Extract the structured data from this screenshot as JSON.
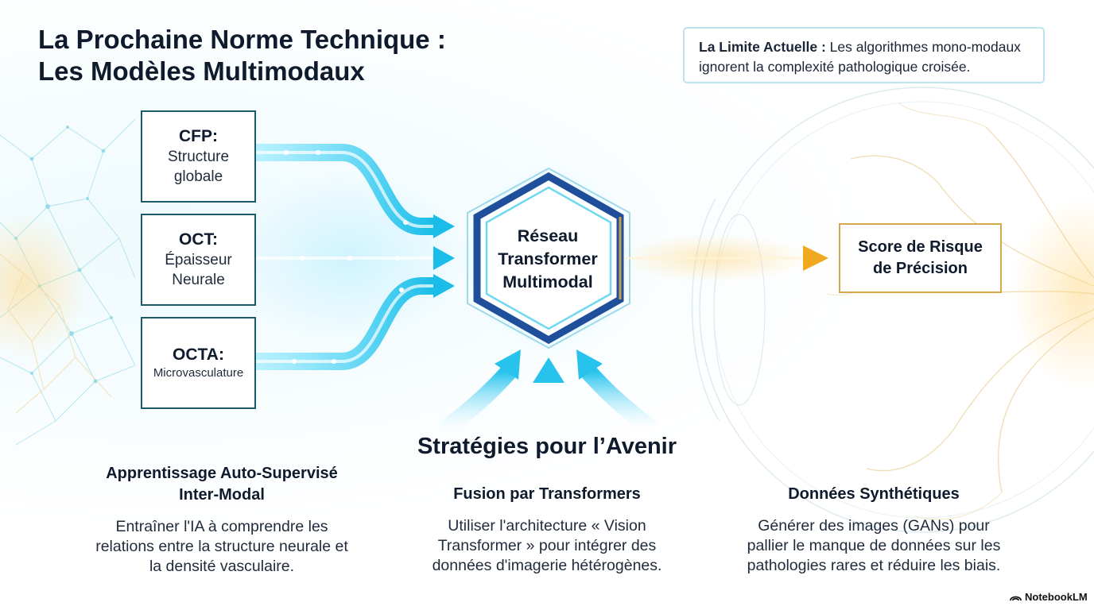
{
  "title": {
    "line1": "La Prochaine Norme Technique :",
    "line2": "Les Modèles Multimodaux"
  },
  "limit": {
    "label": "La Limite Actuelle :",
    "text": " Les algorithmes mono-modaux ignorent la complexité pathologique croisée."
  },
  "modalities": [
    {
      "name": "CFP:",
      "desc_1": "Structure",
      "desc_2": "globale"
    },
    {
      "name": "OCT:",
      "desc_1": "Épaisseur",
      "desc_2": "Neurale"
    },
    {
      "name": "OCTA:",
      "desc_1": "Microvasculature"
    }
  ],
  "hub": {
    "line1": "Réseau",
    "line2": "Transformer",
    "line3": "Multimodal"
  },
  "output": {
    "line1": "Score de Risque",
    "line2": "de Précision"
  },
  "strategies": {
    "title": "Stratégies pour l’Avenir",
    "items": [
      {
        "title_1": "Apprentissage Auto-Supervisé",
        "title_2": "Inter-Modal",
        "text_1": "Entraîner l'IA à comprendre les",
        "text_2": "relations entre la structure neurale et",
        "text_3": "la densité vasculaire."
      },
      {
        "title_1": "Fusion par Transformers",
        "text_1": "Utiliser l'architecture « Vision",
        "text_2": "Transformer » pour intégrer des",
        "text_3": "données d'imagerie hétérogènes."
      },
      {
        "title_1": "Données Synthétiques",
        "text_1": "Générer des images (GANs) pour",
        "text_2": "pallier le manque de données sur les",
        "text_3": "pathologies rares et réduire les biais."
      }
    ]
  },
  "brand": "NotebookLM",
  "colors": {
    "cyan": "#29c6ec",
    "gold": "#f2b52e",
    "dark": "#0f1b2d",
    "hex_blue": "#1f4f9a"
  }
}
